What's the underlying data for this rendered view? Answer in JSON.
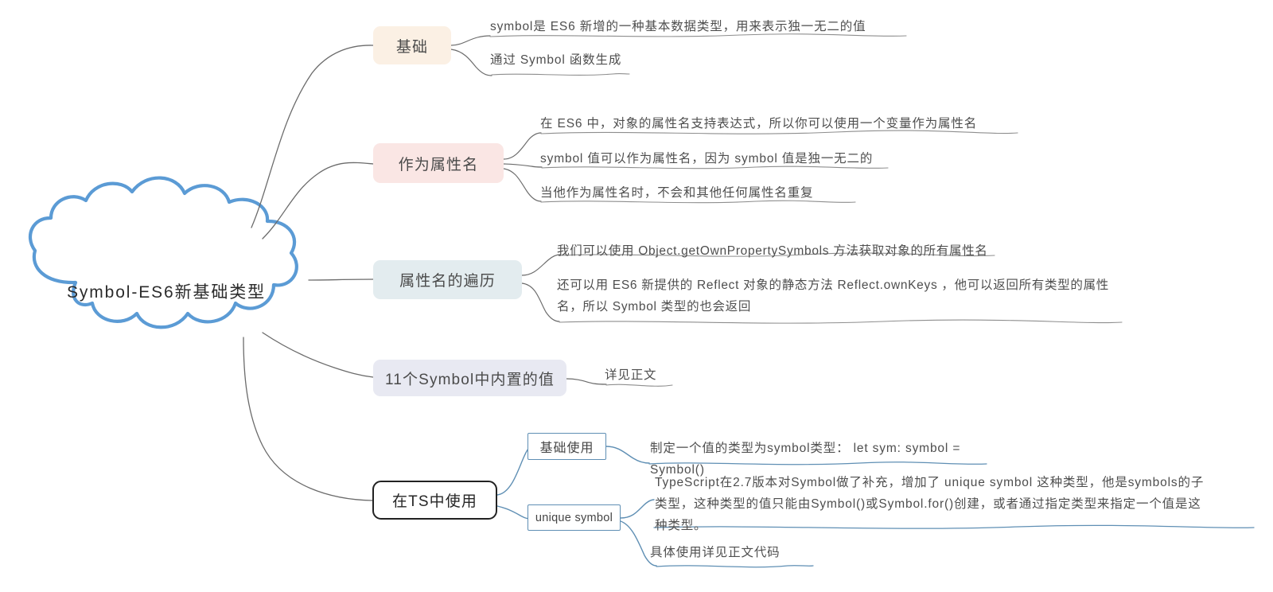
{
  "diagram": {
    "type": "mind-map",
    "root": {
      "label": "Symbol-ES6新基础类型",
      "shape": "cloud",
      "outline_color": "#5b9bd5"
    },
    "palette": {
      "basics_fill": "#fbf0e4",
      "as_prop_name_fill": "#fae6e4",
      "prop_iterate_fill": "#e3ecef",
      "builtin_fill": "#e8e9f2",
      "ts_box_border": "#222222",
      "ts_child_border": "#5f8fb4",
      "connector_gray": "#6b6b6b",
      "connector_blue": "#5f8fb4",
      "text": "#4e4e4e"
    },
    "branches": [
      {
        "id": "basics",
        "label": "基础",
        "leaves": [
          "symbol是 ES6 新增的一种基本数据类型，用来表示独一无二的值",
          "通过 Symbol 函数生成"
        ]
      },
      {
        "id": "as-prop-name",
        "label": "作为属性名",
        "leaves": [
          "在 ES6 中，对象的属性名支持表达式，所以你可以使用一个变量作为属性名",
          "symbol 值可以作为属性名，因为 symbol 值是独一无二的",
          "当他作为属性名时，不会和其他任何属性名重复"
        ]
      },
      {
        "id": "prop-iterate",
        "label": "属性名的遍历",
        "leaves": [
          "我们可以使用  Object.getOwnPropertySymbols  方法获取对象的所有属性名",
          "还可以用 ES6 新提供的 Reflect 对象的静态方法 Reflect.ownKeys ，他可以返回所有类型的属性名，所以 Symbol 类型的也会返回"
        ]
      },
      {
        "id": "builtin",
        "label": "11个Symbol中内置的值",
        "leaves": [
          "详见正文"
        ]
      },
      {
        "id": "use-in-ts",
        "label": "在TS中使用",
        "children": [
          {
            "id": "basic-usage",
            "label": "基础使用",
            "leaves": [
              "制定一个值的类型为symbol类型：  let sym: symbol = Symbol()"
            ]
          },
          {
            "id": "unique-symbol",
            "label": "unique symbol",
            "leaves": [
              "TypeScript在2.7版本对Symbol做了补充，增加了 unique symbol 这种类型，他是symbols的子类型，这种类型的值只能由Symbol()或Symbol.for()创建，或者通过指定类型来指定一个值是这种类型。",
              "具体使用详见正文代码"
            ]
          }
        ]
      }
    ]
  }
}
